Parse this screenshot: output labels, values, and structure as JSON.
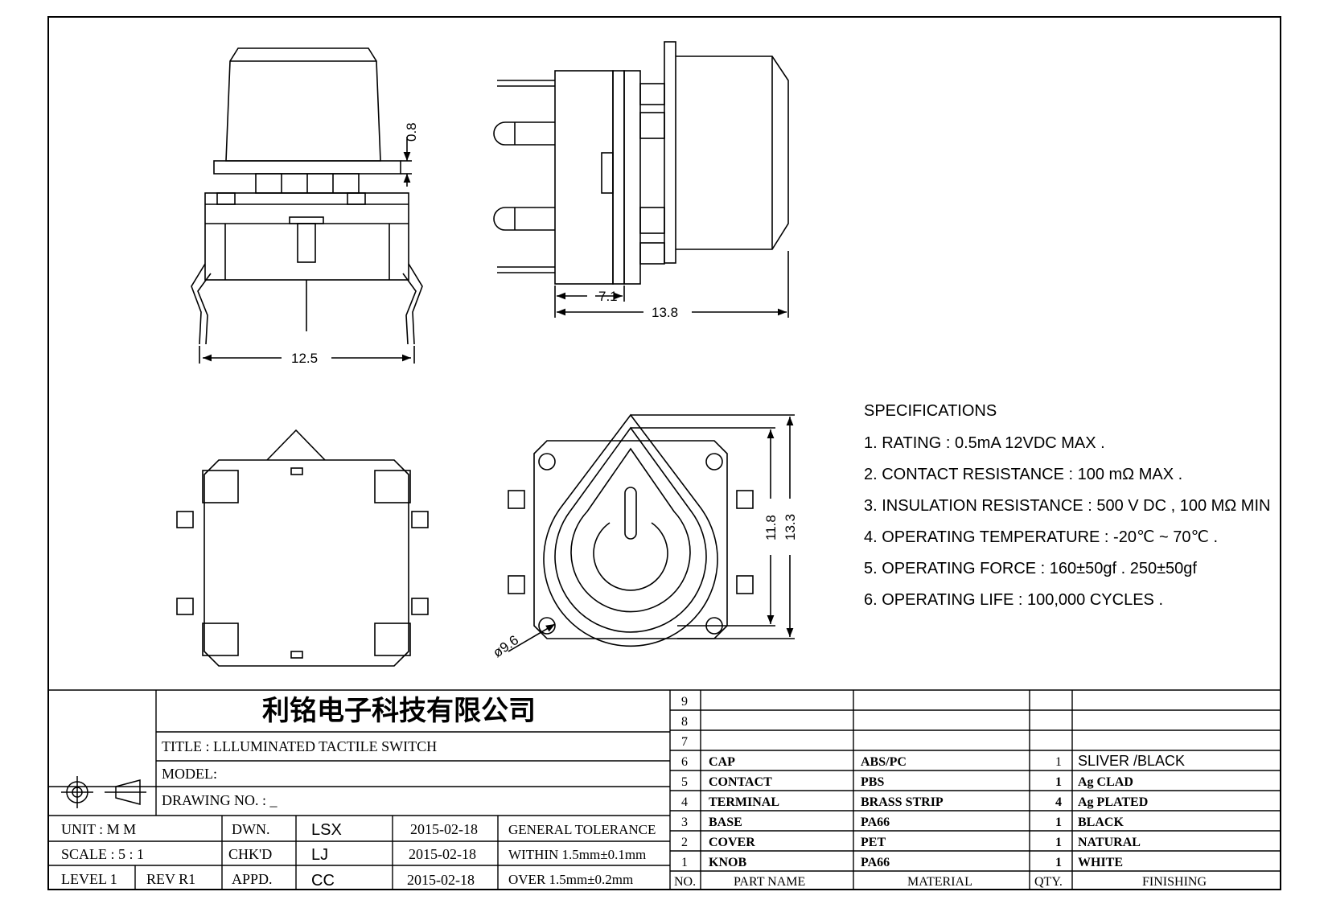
{
  "dimensions": {
    "d_0_8": "0.8",
    "d_7_1": "7.1",
    "d_13_8": "13.8",
    "d_12_5": "12.5",
    "d_11_8": "11.8",
    "d_13_3": "13.3",
    "d_9_6": "ø9.6"
  },
  "specifications": {
    "heading": "SPECIFICATIONS",
    "items": [
      "1. RATING : 0.5mA 12VDC MAX .",
      "2. CONTACT RESISTANCE : 100 mΩ MAX .",
      "3. INSULATION RESISTANCE : 500 V DC , 100 MΩ MIN",
      "4. OPERATING TEMPERATURE : -20℃ ~ 70℃ .",
      "5. OPERATING FORCE : 160±50gf . 250±50gf",
      "6. OPERATING LIFE : 100,000 CYCLES ."
    ]
  },
  "title_block": {
    "company": "利铭电子科技有限公司",
    "title": "TITLE :  LLLUMINATED TACTILE SWITCH",
    "model": "MODEL:",
    "drawing_no": "DRAWING NO. : _",
    "unit_label": "UNIT   :   M M",
    "scale_label": "SCALE  :  5 : 1",
    "level_label": "LEVEL 1",
    "rev_label": "REV  R1",
    "dwn": "DWN.",
    "chkd": "CHK'D",
    "appd": "APPD.",
    "dwn_by": "LSX",
    "chkd_by": "LJ",
    "appd_by": "CC",
    "dwn_date": "2015-02-18",
    "chkd_date": "2015-02-18",
    "appd_date": "2015-02-18",
    "general_tolerance": "GENERAL TOLERANCE",
    "within": "WITHIN 1.5mm±0.1mm",
    "over": "OVER   1.5mm±0.2mm"
  },
  "bom": {
    "headers": {
      "no": "NO.",
      "part_name": "PART  NAME",
      "material": "MATERIAL",
      "qty": "QTY.",
      "finishing": "FINISHING"
    },
    "rows": [
      {
        "no": "9",
        "part": "",
        "material": "",
        "qty": "",
        "finishing": ""
      },
      {
        "no": "8",
        "part": "",
        "material": "",
        "qty": "",
        "finishing": ""
      },
      {
        "no": "7",
        "part": "",
        "material": "",
        "qty": "",
        "finishing": ""
      },
      {
        "no": "6",
        "part": "CAP",
        "material": "ABS/PC",
        "qty": "1",
        "finishing": "SLIVER /BLACK"
      },
      {
        "no": "5",
        "part": "CONTACT",
        "material": "PBS",
        "qty": "1",
        "finishing": "Ag CLAD"
      },
      {
        "no": "4",
        "part": "TERMINAL",
        "material": "BRASS STRIP",
        "qty": "4",
        "finishing": "Ag PLATED"
      },
      {
        "no": "3",
        "part": "BASE",
        "material": "PA66",
        "qty": "1",
        "finishing": "BLACK"
      },
      {
        "no": "2",
        "part": "COVER",
        "material": "PET",
        "qty": "1",
        "finishing": "NATURAL"
      },
      {
        "no": "1",
        "part": "KNOB",
        "material": "PA66",
        "qty": "1",
        "finishing": "WHITE"
      }
    ]
  },
  "colors": {
    "ink": "#000000",
    "paper": "#ffffff"
  }
}
